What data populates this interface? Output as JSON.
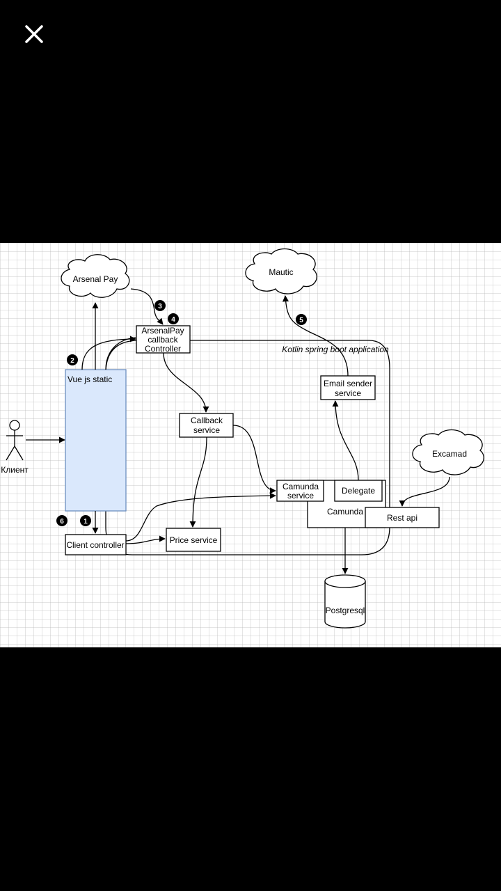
{
  "viewer": {
    "close_icon": "close-icon"
  },
  "diagram": {
    "container_label": "Kotlin spring boot application",
    "nodes": {
      "arsenal_pay": "Arsenal Pay",
      "mautic": "Mautic",
      "excamad": "Excamad",
      "arsenalpay_controller": [
        "ArsenalPay",
        "callback",
        "Controller"
      ],
      "vue_static": "Vue js static",
      "client": "Клиент",
      "callback_service": [
        "Callback",
        "service"
      ],
      "email_sender": [
        "Email sender",
        "service"
      ],
      "camunda_service": [
        "Camunda",
        "service"
      ],
      "delegate": "Delegate",
      "camunda": "Camunda",
      "rest_api": "Rest api",
      "client_controller": "Client controller",
      "price_service": "Price service",
      "postgresql": "Postgresql"
    },
    "badges": {
      "b1": "1",
      "b2": "2",
      "b3": "3",
      "b4": "4",
      "b5": "5",
      "b6": "6"
    },
    "colors": {
      "vue_fill": "#dae8fc",
      "vue_stroke": "#6c8ebf",
      "line": "#000000",
      "badge": "#000000"
    }
  }
}
